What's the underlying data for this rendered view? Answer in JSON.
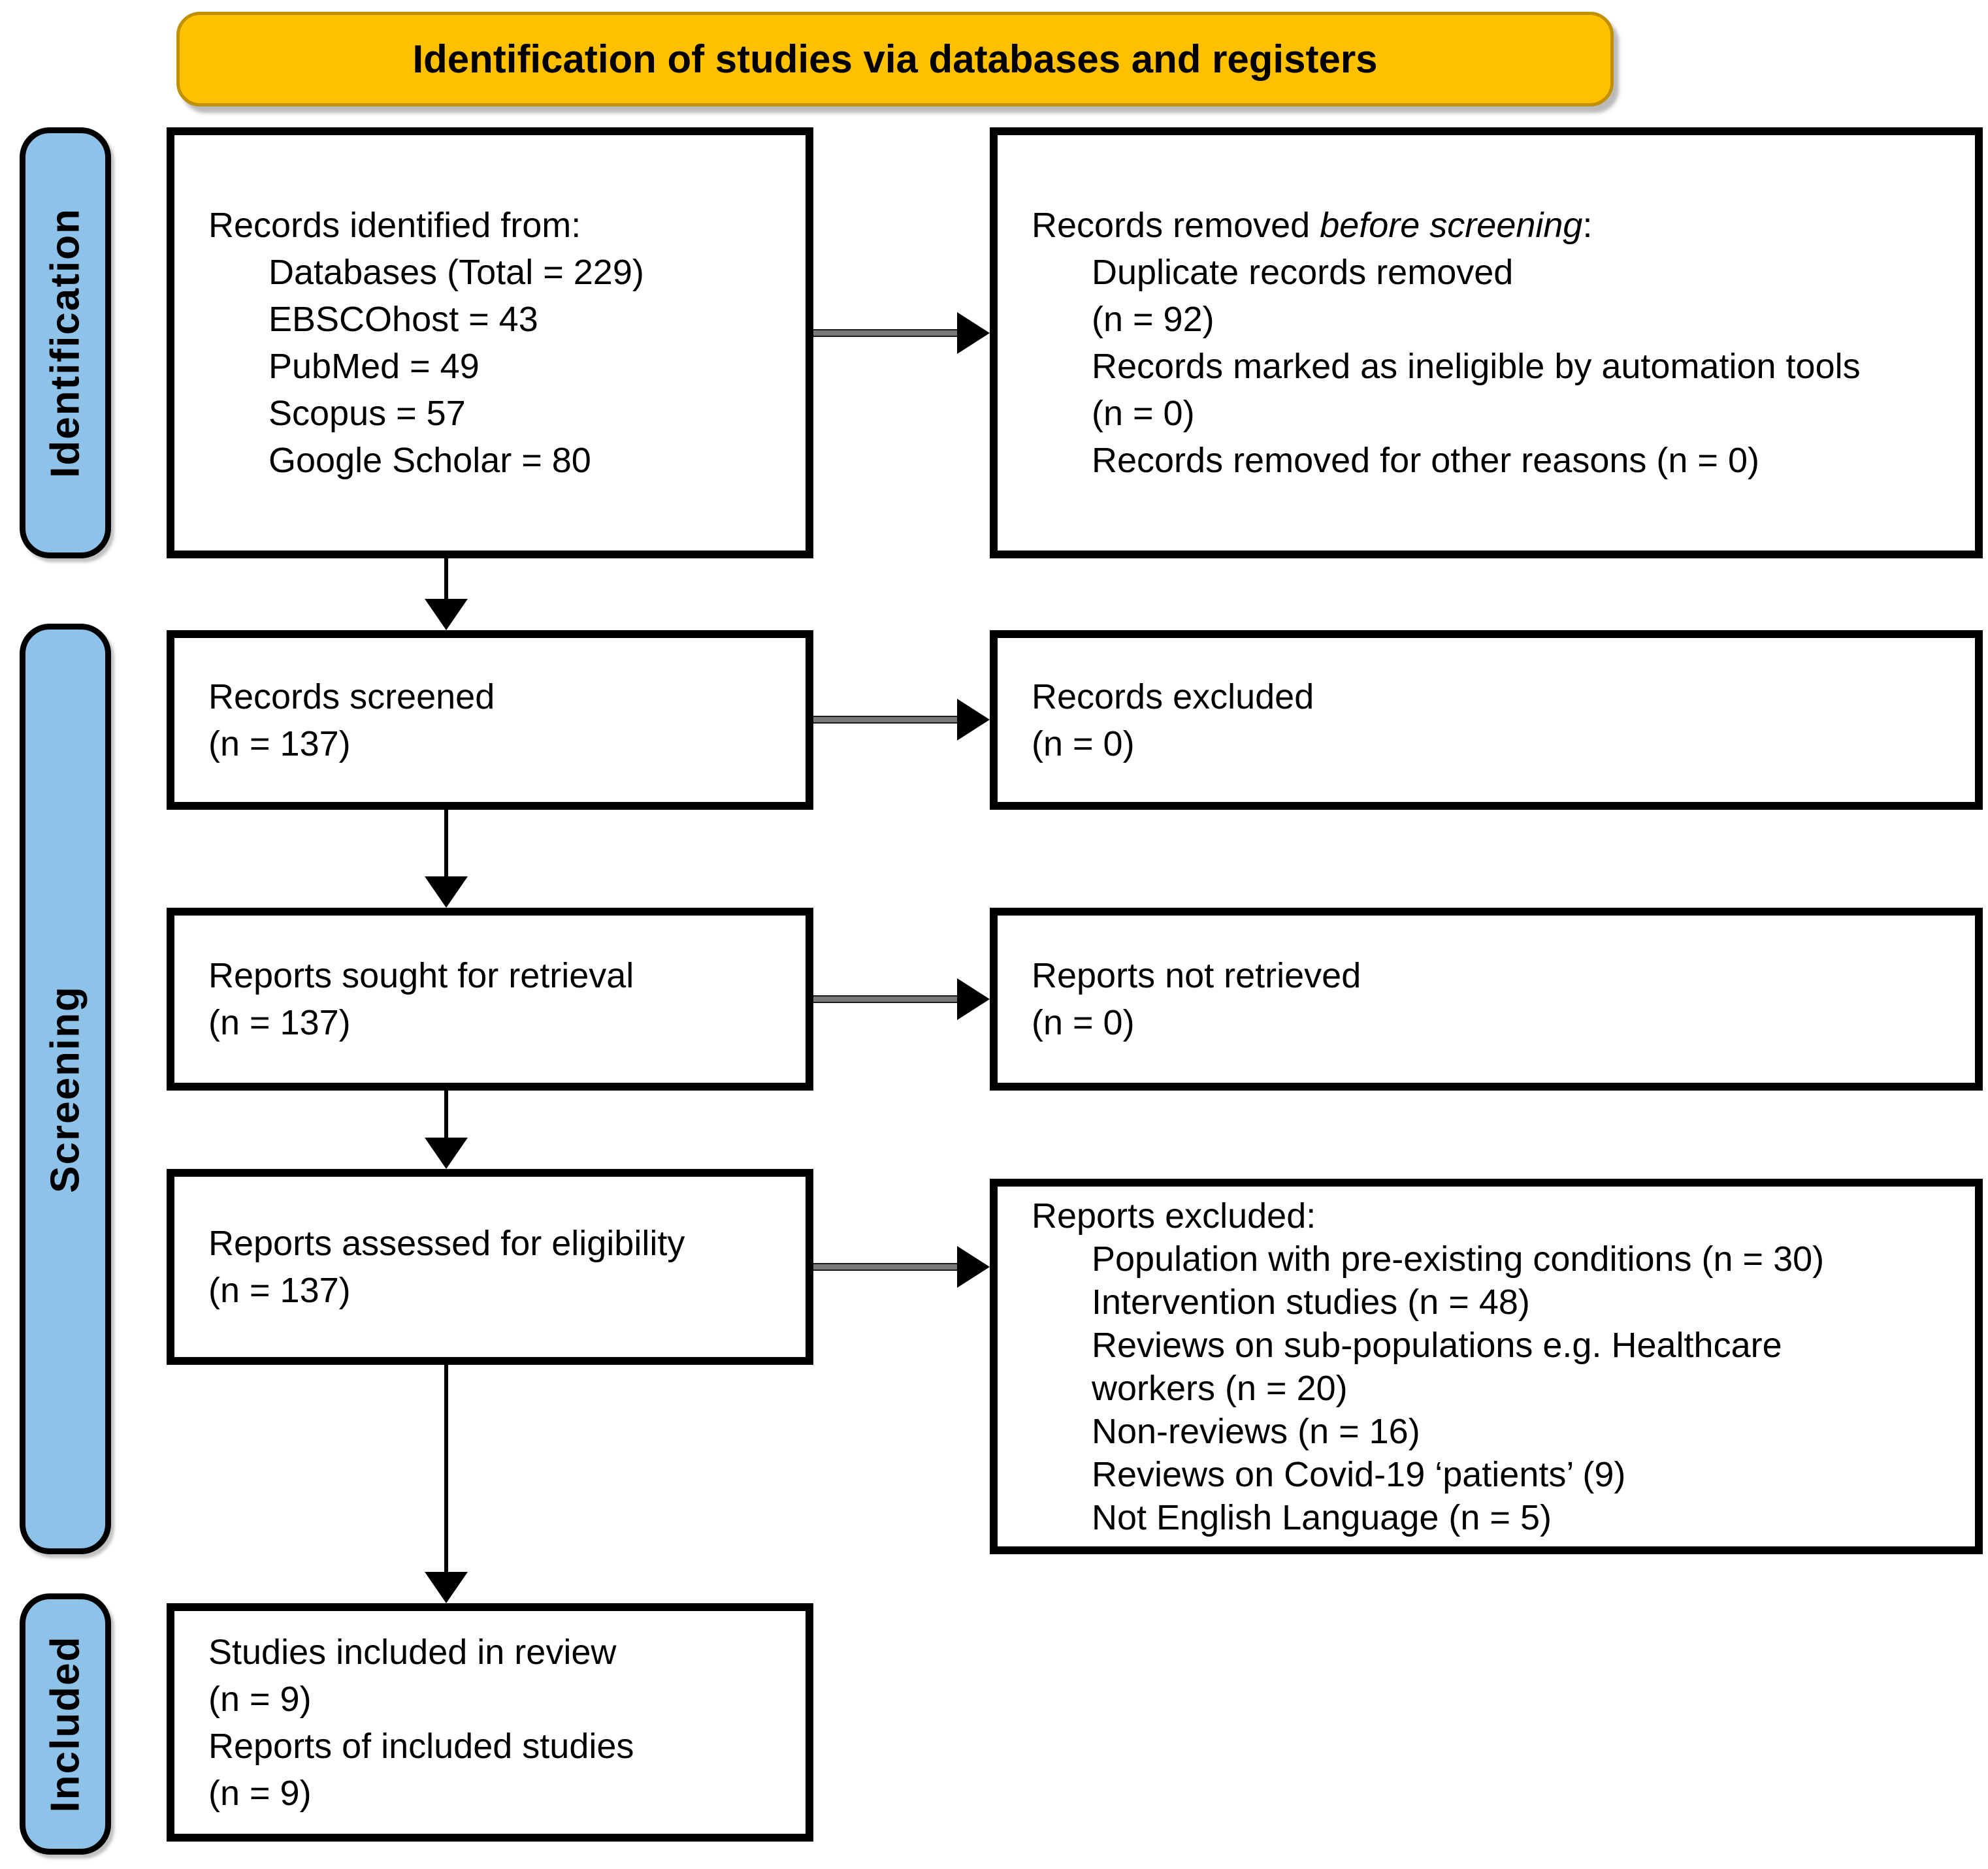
{
  "banner": {
    "title": "Identification of studies via databases and registers"
  },
  "colors": {
    "banner_fill": "#FFC000",
    "banner_border": "#BF9000",
    "stage_fill": "#8EC2E8",
    "box_border": "#000000",
    "arrow_shaft_gray": "#7A7A7A",
    "arrow_black": "#000000"
  },
  "stages": [
    {
      "label": "Identification"
    },
    {
      "label": "Screening"
    },
    {
      "label": "Included"
    }
  ],
  "boxes": {
    "records_identified": {
      "lines": [
        {
          "text": "Records identified from:",
          "indent": 0
        },
        {
          "text": "Databases (Total = 229)",
          "indent": 1
        },
        {
          "text": "EBSCOhost = 43",
          "indent": 1
        },
        {
          "text": "PubMed = 49",
          "indent": 1
        },
        {
          "text": "Scopus = 57",
          "indent": 1
        },
        {
          "text": "Google Scholar = 80",
          "indent": 1
        }
      ]
    },
    "records_removed": {
      "lines": [
        {
          "segments": [
            {
              "text": "Records removed ",
              "italic": false
            },
            {
              "text": "before screening",
              "italic": true
            },
            {
              "text": ":",
              "italic": false
            }
          ],
          "indent": 0
        },
        {
          "text": "Duplicate records removed",
          "indent": 1
        },
        {
          "text": "(n = 92)",
          "indent": 1
        },
        {
          "text": "Records marked as ineligible by automation tools",
          "indent": 1
        },
        {
          "text": "(n = 0)",
          "indent": 1
        },
        {
          "text": "Records removed for other reasons (n = 0)",
          "indent": 1
        }
      ]
    },
    "records_screened": {
      "lines": [
        {
          "text": "Records screened",
          "indent": 0
        },
        {
          "text": "(n = 137)",
          "indent": 0
        }
      ]
    },
    "records_excluded": {
      "lines": [
        {
          "text": "Records excluded",
          "indent": 0
        },
        {
          "text": "(n = 0)",
          "indent": 0
        }
      ]
    },
    "reports_sought": {
      "lines": [
        {
          "text": "Reports sought for retrieval",
          "indent": 0
        },
        {
          "text": "(n = 137)",
          "indent": 0
        }
      ]
    },
    "reports_not_retrieved": {
      "lines": [
        {
          "text": "Reports not retrieved",
          "indent": 0
        },
        {
          "text": "(n = 0)",
          "indent": 0
        }
      ]
    },
    "reports_assessed": {
      "lines": [
        {
          "text": "Reports assessed for eligibility",
          "indent": 0
        },
        {
          "text": "(n = 137)",
          "indent": 0
        }
      ]
    },
    "reports_excluded": {
      "lines": [
        {
          "text": "Reports excluded:",
          "indent": 0
        },
        {
          "text": "Population with pre-existing conditions (n = 30)",
          "indent": 1
        },
        {
          "text": "Intervention studies (n = 48)",
          "indent": 1
        },
        {
          "text": "Reviews on sub-populations e.g. Healthcare",
          "indent": 1
        },
        {
          "text": "workers (n = 20)",
          "indent": 1
        },
        {
          "text": "Non-reviews (n = 16)",
          "indent": 1
        },
        {
          "text": "Reviews on Covid-19 ‘patients’ (9)",
          "indent": 1
        },
        {
          "text": "Not English Language (n = 5)",
          "indent": 1
        }
      ]
    },
    "studies_included": {
      "lines": [
        {
          "text": "Studies included in review",
          "indent": 0
        },
        {
          "text": "(n = 9)",
          "indent": 0
        },
        {
          "text": "Reports of included studies",
          "indent": 0
        },
        {
          "text": "(n = 9)",
          "indent": 0
        }
      ]
    }
  }
}
